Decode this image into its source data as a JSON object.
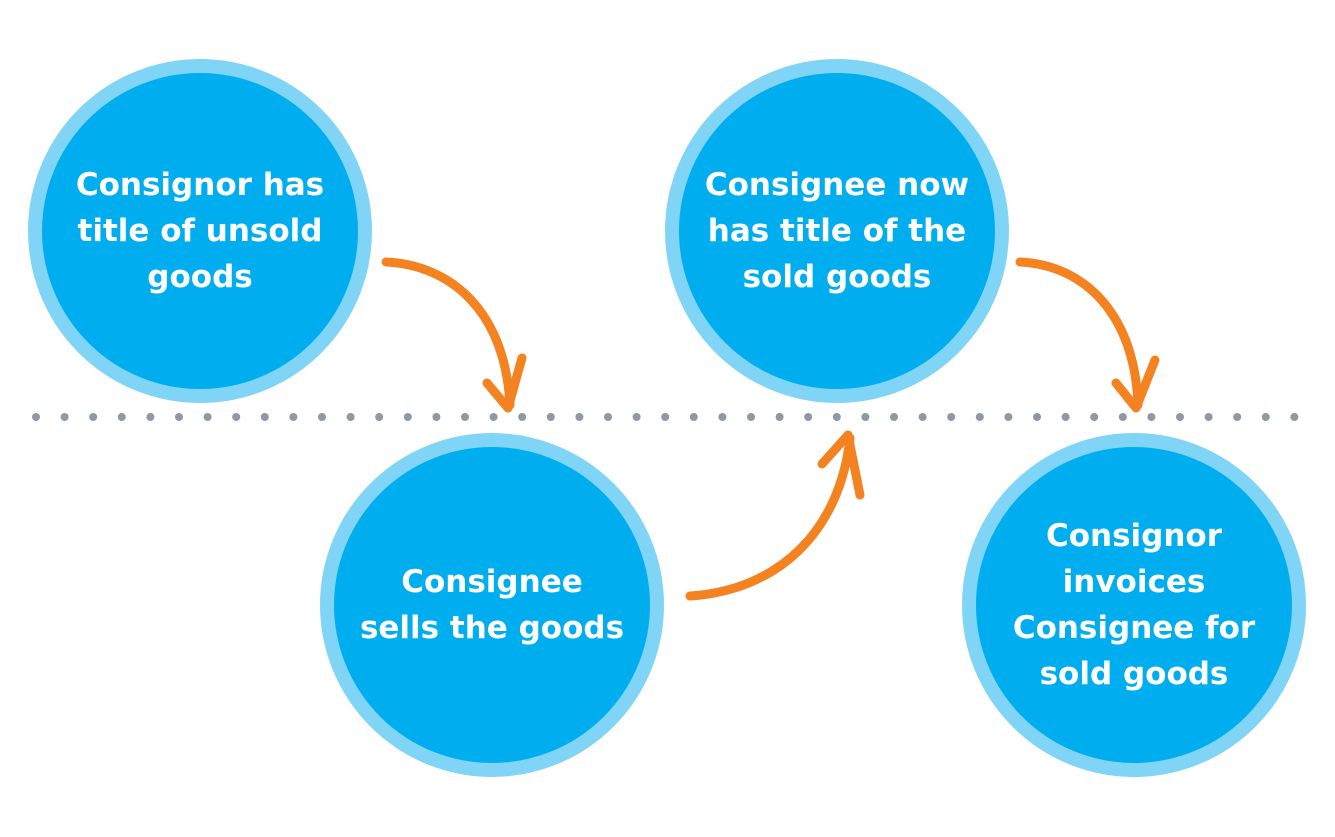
{
  "steps": [
    {
      "text": "Consignor has\ntitle of unsold\ngoods"
    },
    {
      "text": "Consignee\nsells the goods"
    },
    {
      "text": "Consignee now\nhas title of the\nsold goods"
    },
    {
      "text": "Consignor\ninvoices\nConsignee for\nsold goods"
    }
  ],
  "colors": {
    "circle_fill": "#00AEEF",
    "circle_ring": "#80D4F6",
    "arrow": "#F58220",
    "divider_dots": "#8E9AA3"
  }
}
